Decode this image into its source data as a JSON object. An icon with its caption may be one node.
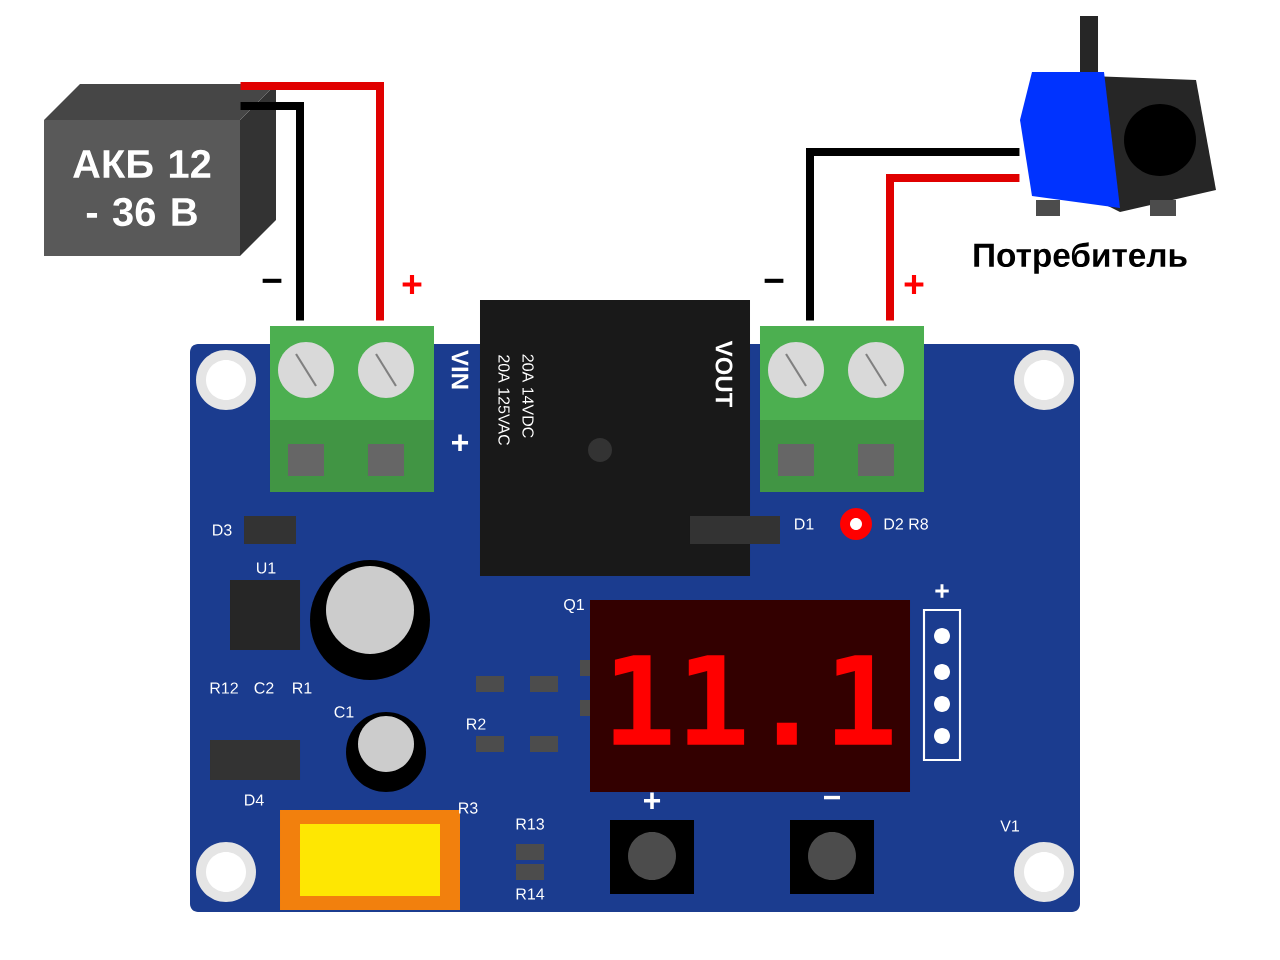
{
  "diagram": {
    "nodes": [
      {
        "text": [
          "АКБ 12 - 36 В"
        ]
      },
      {
        "text": [],
        "shape": "picture",
        "beside": [
          "Потребитель"
        ]
      },
      {
        "text": [],
        "shape": "picture"
      }
    ],
    "edges": [
      {
        "from": 0,
        "to": 2,
        "arrow": "none",
        "color": "#000000"
      },
      {
        "from": 0,
        "to": 2,
        "arrow": "none",
        "color": "#e00000"
      },
      {
        "from": 1,
        "to": 2,
        "arrow": "none",
        "color": "#000000"
      },
      {
        "from": 1,
        "to": 2,
        "arrow": "none",
        "color": "#e00000"
      }
    ],
    "labels": [
      "−",
      "+",
      "−",
      "+",
      "VIN",
      "+",
      "VOUT",
      "20A 14VDC",
      "20A 125VAC",
      "11.1",
      "+",
      "−",
      "+",
      "U1",
      "R12",
      "C2",
      "R1",
      "C1",
      "D4",
      "R3",
      "R2",
      "R13",
      "R14",
      "Q1",
      "D3",
      "D1",
      "D2 R8",
      "V1"
    ]
  }
}
